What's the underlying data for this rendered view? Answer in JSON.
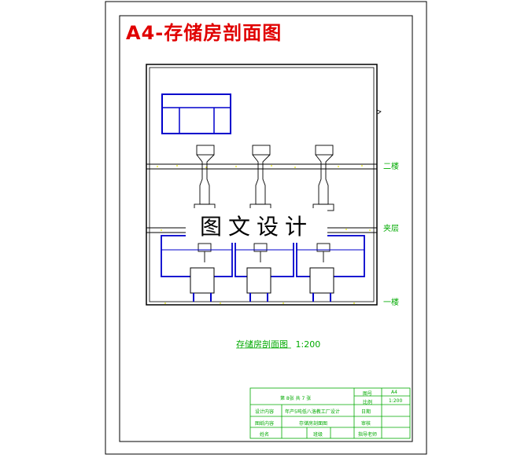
{
  "header": {
    "title": "A4-存储房剖面图"
  },
  "watermark": {
    "text": "图文设计"
  },
  "floors": {
    "second": "二楼",
    "mezzanine": "夹层",
    "first": "一楼"
  },
  "caption": {
    "name": "存储房剖面图",
    "scale": "1:200"
  },
  "title_block": {
    "sheet_info": "第 8张  共 7 张",
    "size_label": "图号",
    "size_value": "A4",
    "ratio_label": "比例",
    "ratio_value": "1:200",
    "design_content_label": "设计内容",
    "design_content_value": "年产5吨低八洛教工厂设计",
    "date_label": "日期",
    "drawing_name_label": "图纸内容",
    "drawing_name_value": "存储房剖面图",
    "review_label": "审核",
    "name_label": "姓名",
    "class_label": "班级",
    "advisor_label": "指导老师"
  },
  "colors": {
    "frame": "#000000",
    "section": "#000000",
    "equipment": "#0000cc",
    "text_green": "#00aa00",
    "title": "#e00000",
    "hatch": "#e6e600"
  }
}
